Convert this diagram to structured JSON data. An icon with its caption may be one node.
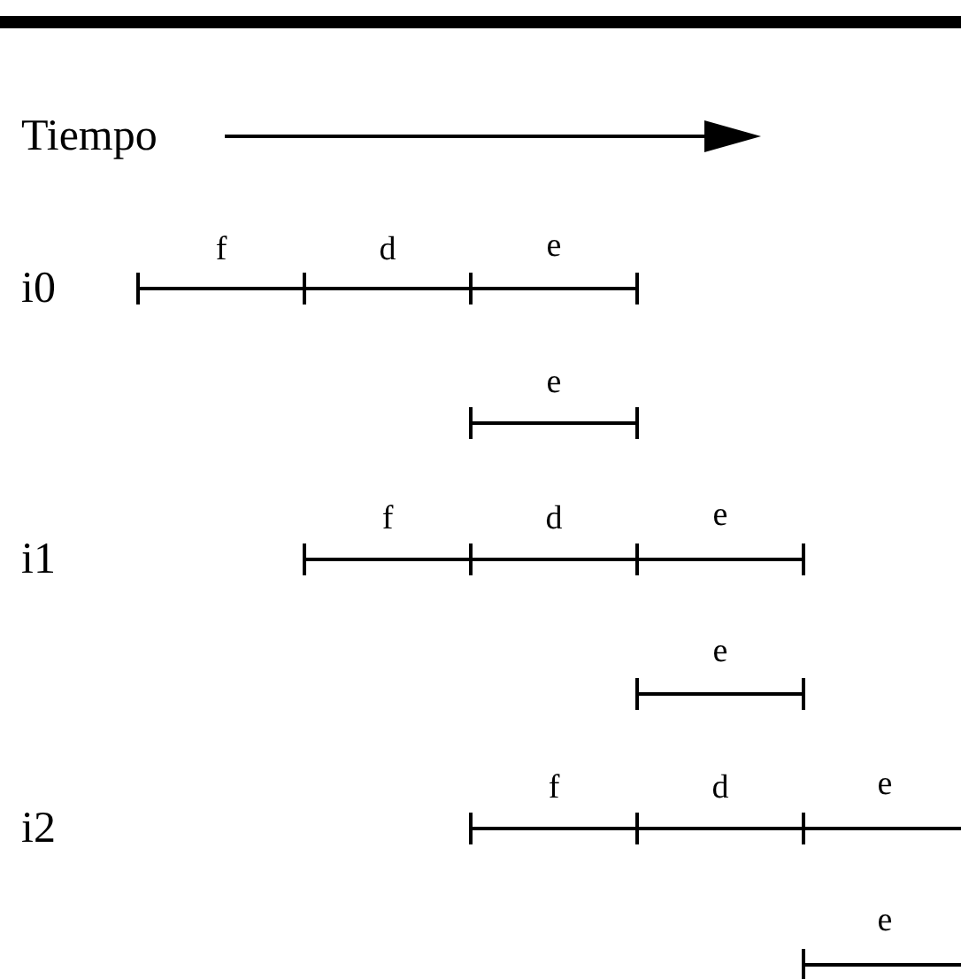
{
  "diagram": {
    "labels": [
      "Tiempo",
      "i0",
      "f",
      "d",
      "e",
      "e",
      "i1",
      "f",
      "d",
      "e",
      "e",
      "i2",
      "f",
      "d",
      "e",
      "e"
    ]
  }
}
